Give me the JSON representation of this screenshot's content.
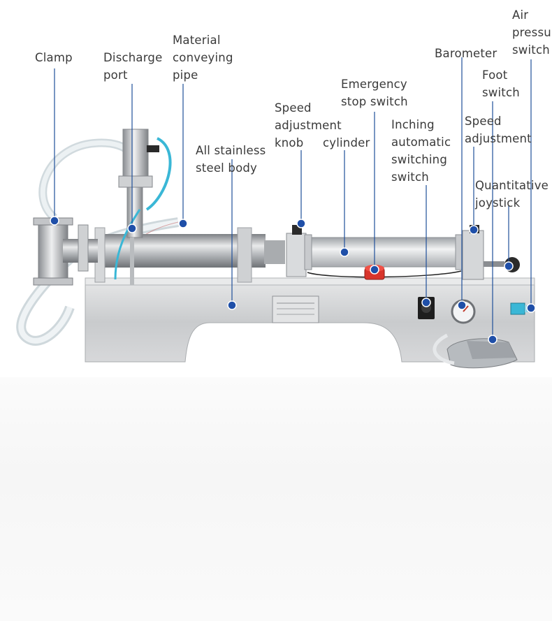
{
  "labels": [
    {
      "id": "clamp",
      "text": "Clamp"
    },
    {
      "id": "discharge_port",
      "text": "Discharge\nport"
    },
    {
      "id": "material_pipe",
      "text": "Material\nconveying\npipe"
    },
    {
      "id": "stainless_body",
      "text": "All stainless\nsteel body"
    },
    {
      "id": "speed_knob",
      "text": "Speed\nadjustment\nknob"
    },
    {
      "id": "cylinder",
      "text": "cylinder"
    },
    {
      "id": "emergency_stop",
      "text": "Emergency\nstop switch"
    },
    {
      "id": "inching_switch",
      "text": "Inching\nautomatic\nswitching\nswitch"
    },
    {
      "id": "barometer",
      "text": "Barometer"
    },
    {
      "id": "speed_adjust",
      "text": "Speed\nadjustment"
    },
    {
      "id": "foot_switch",
      "text": "Foot\nswitch"
    },
    {
      "id": "air_pressure_switch",
      "text": "Air\npressu\nswitch"
    },
    {
      "id": "quantitative_joystick",
      "text": "Quantitative\njoystick"
    }
  ],
  "colors": {
    "leader_line": "#1f4f9a",
    "dot": "#1f4fa8",
    "steel_light": "#d8dadc",
    "steel_mid": "#b9bcbf",
    "steel_dark": "#8e9296",
    "emergency_red": "#d8342b",
    "fitting_cyan": "#3ab7d6"
  },
  "icons": {
    "callout_marker": "dot-icon",
    "machine": "liquid-filling-machine-illustration"
  }
}
